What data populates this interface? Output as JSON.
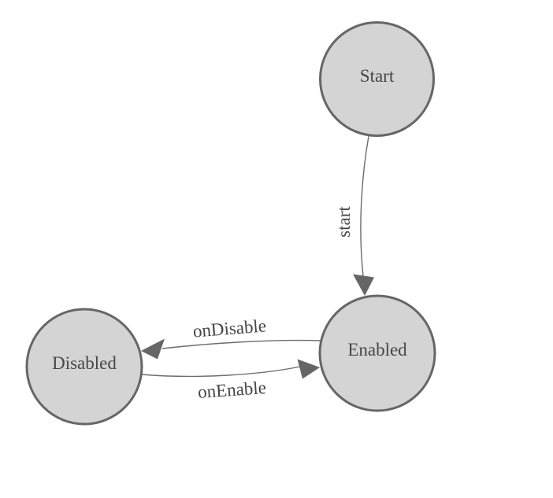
{
  "diagram": {
    "kind": "state-machine",
    "states": [
      {
        "label": "Start"
      },
      {
        "label": "Enabled"
      },
      {
        "label": "Disabled"
      }
    ],
    "transitions": [
      {
        "label": "start",
        "from": "Start",
        "to": "Enabled"
      },
      {
        "label": "onDisable",
        "from": "Enabled",
        "to": "Disabled"
      },
      {
        "label": "onEnable",
        "from": "Disabled",
        "to": "Enabled"
      }
    ],
    "colors": {
      "background": "#ffffff",
      "state_fill": "#d4d4d4",
      "state_stroke": "#666666",
      "edge_stroke": "#6b6b6b",
      "arrow_fill": "#666666",
      "label_color": "#474747"
    }
  }
}
